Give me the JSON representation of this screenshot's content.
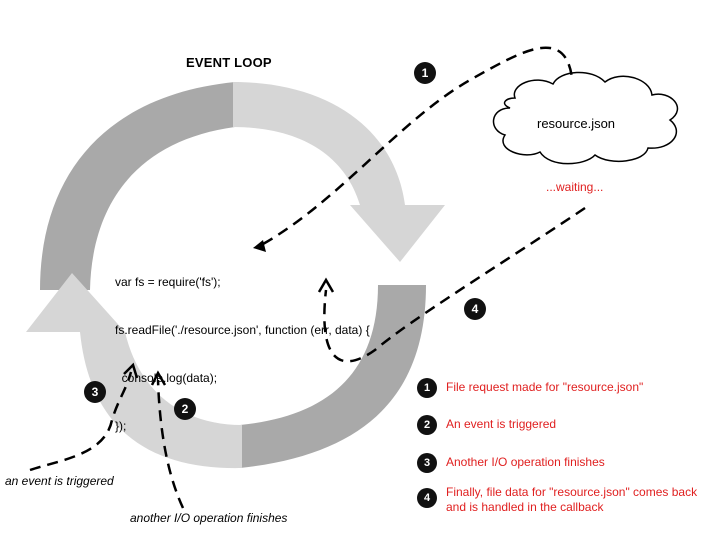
{
  "title": "EVENT LOOP",
  "code": {
    "lines": [
      "var fs = require('fs');",
      "fs.readFile('./resource.json', function (err, data) {",
      "  console.log(data);",
      "});"
    ]
  },
  "cloud": {
    "label": "resource.json"
  },
  "waiting": "...waiting...",
  "captions": {
    "left": "an event is triggered",
    "bottom": "another I/O operation finishes"
  },
  "diagram_badges": [
    "1",
    "2",
    "3",
    "4"
  ],
  "legend": [
    {
      "num": "1",
      "text": "File request made for \"resource.json\""
    },
    {
      "num": "2",
      "text": "An event is triggered"
    },
    {
      "num": "3",
      "text": "Another I/O operation finishes"
    },
    {
      "num": "4",
      "text": "Finally, file data for \"resource.json\" comes back and is handled in the callback"
    }
  ],
  "colors": {
    "arrow_dark": "#a9a9a9",
    "arrow_light": "#d6d6d6",
    "legend_text": "#e02020",
    "badge": "#111111"
  }
}
